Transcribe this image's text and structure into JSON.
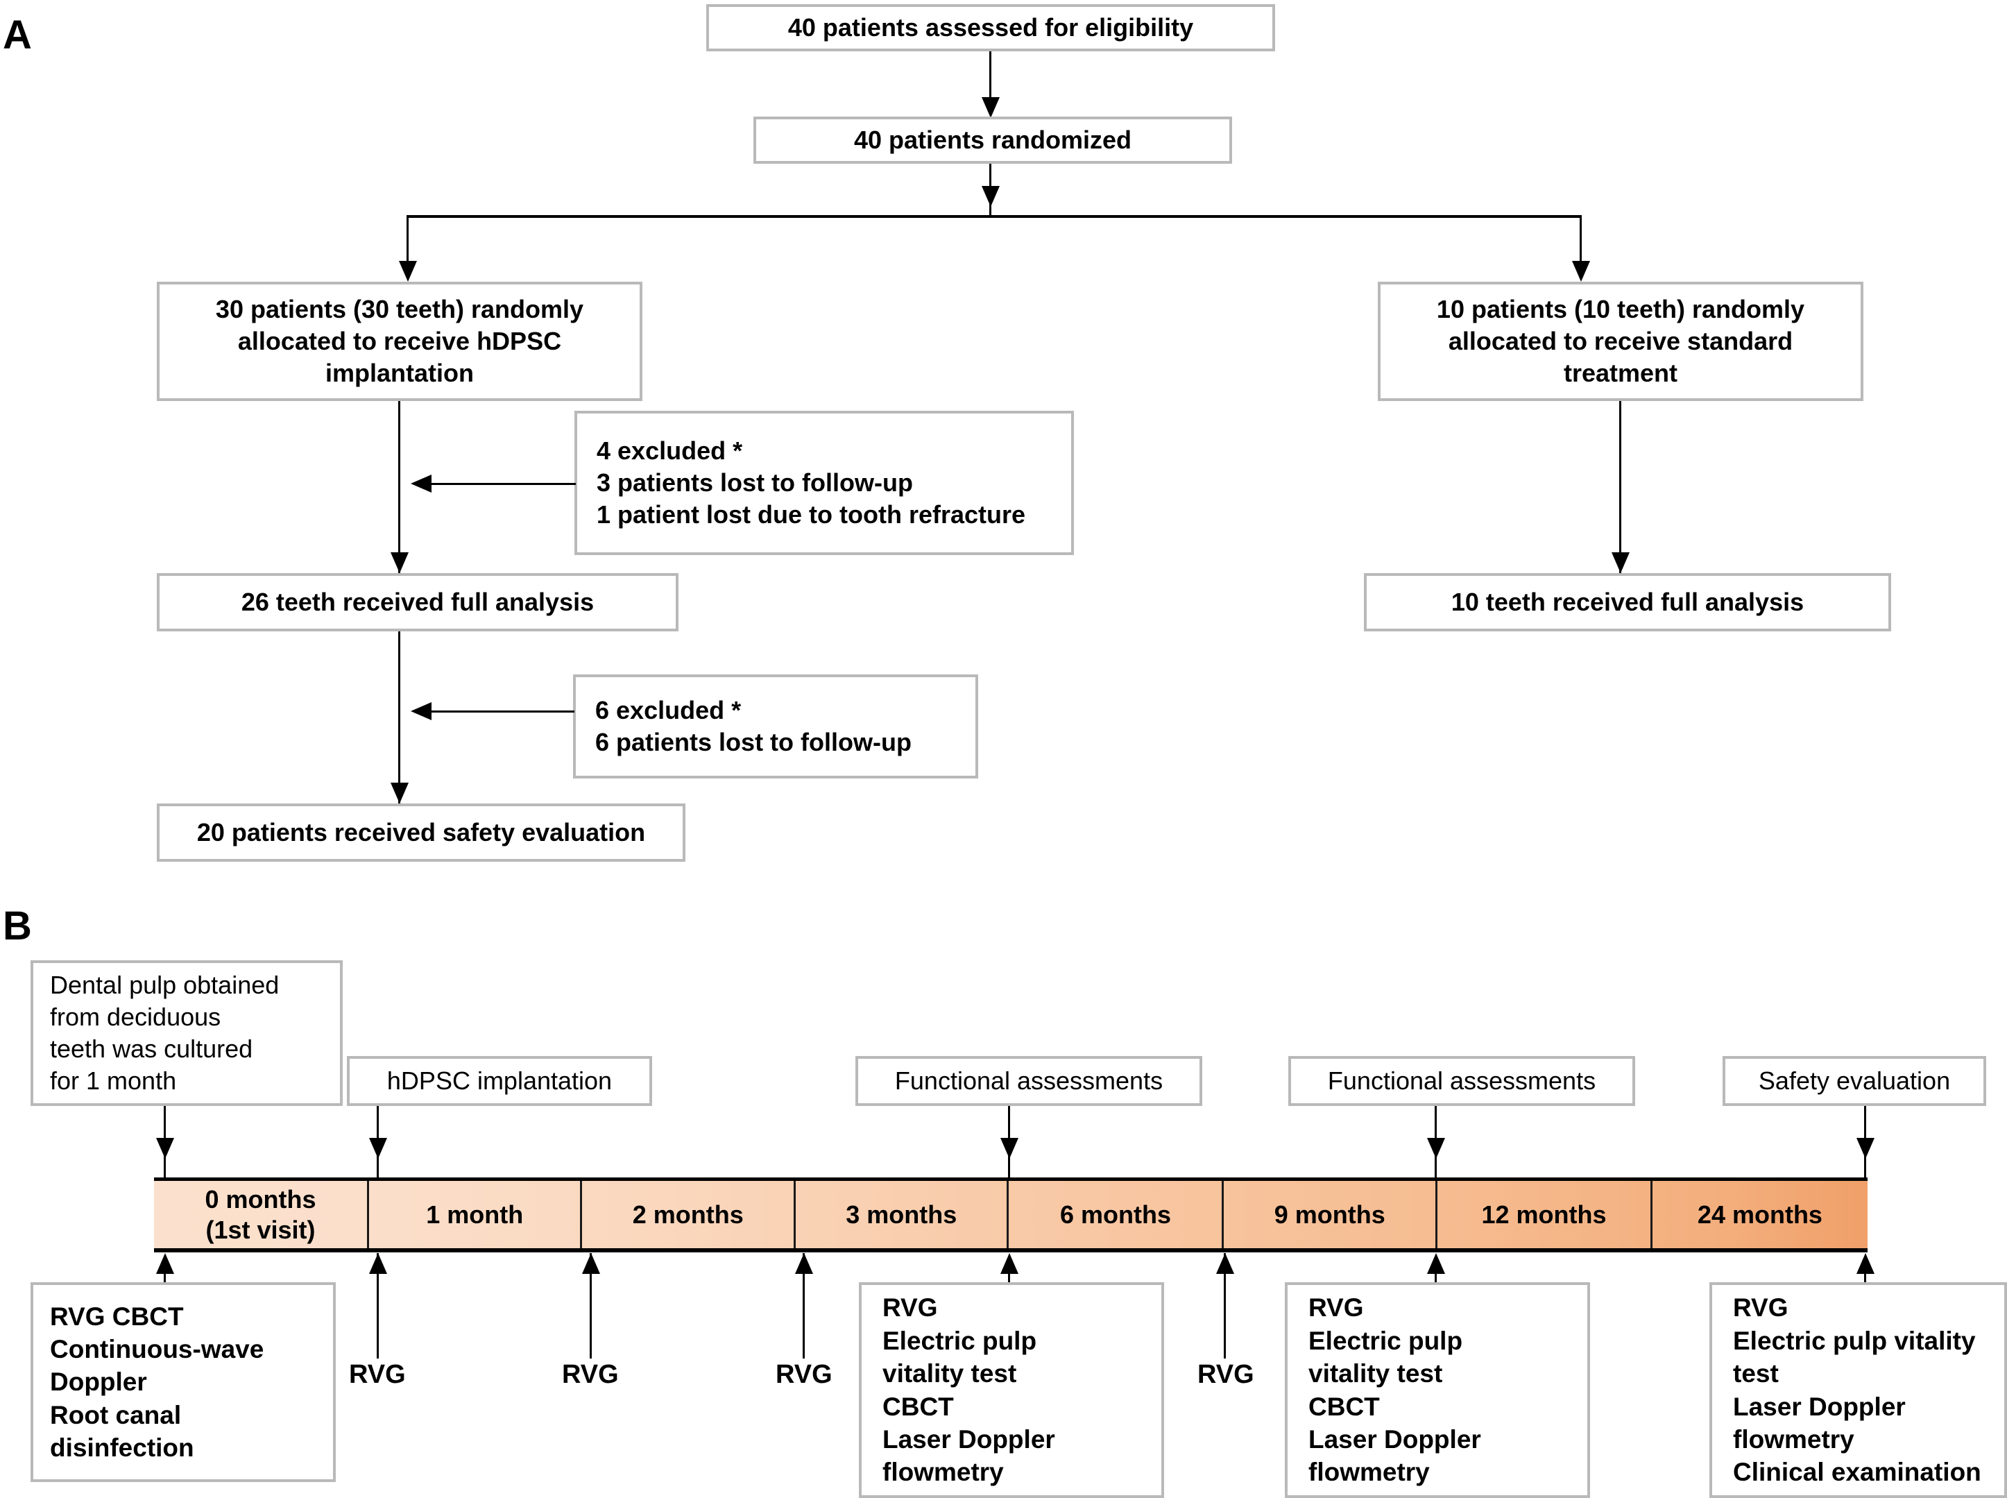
{
  "panels": [
    {
      "letter": "A"
    },
    {
      "letter": "B"
    }
  ],
  "flowchart": {
    "boxes": [
      {
        "id": "eligibility",
        "text": "40 patients assessed for eligibility"
      },
      {
        "id": "randomized",
        "text": "40 patients randomized"
      },
      {
        "id": "alloc_hdpsc",
        "text": "30 patients (30 teeth) randomly\nallocated to receive hDPSC\nimplantation"
      },
      {
        "id": "alloc_std",
        "text": "10 patients (10 teeth) randomly\nallocated to receive standard\ntreatment"
      },
      {
        "id": "excl_1",
        "text": "4 excluded *\n3 patients lost to follow-up\n1 patient lost due to tooth refracture"
      },
      {
        "id": "full_26",
        "text": "26 teeth received full analysis"
      },
      {
        "id": "full_10",
        "text": "10 teeth received full analysis"
      },
      {
        "id": "excl_2",
        "text": "6 excluded *\n6 patients  lost to follow-up"
      },
      {
        "id": "safety_20",
        "text": "20 patients received  safety evaluation"
      }
    ]
  },
  "timeline": {
    "top_labels": [
      {
        "id": "culture",
        "text": "Dental pulp obtained\nfrom deciduous\nteeth was cultured\nfor 1 month"
      },
      {
        "id": "implant",
        "text": "hDPSC implantation"
      },
      {
        "id": "func_3m",
        "text": "Functional assessments"
      },
      {
        "id": "func_9m",
        "text": "Functional assessments"
      },
      {
        "id": "safety_24m",
        "text": "Safety evaluation"
      }
    ],
    "segments": [
      {
        "label": "0 months\n(1st visit)"
      },
      {
        "label": "1 month"
      },
      {
        "label": "2 months"
      },
      {
        "label": "3 months"
      },
      {
        "label": "6 months"
      },
      {
        "label": "9 months"
      },
      {
        "label": "12 months"
      },
      {
        "label": "24 months"
      }
    ],
    "rvg_markers": [
      {
        "text": "RVG"
      },
      {
        "text": "RVG"
      },
      {
        "text": "RVG"
      },
      {
        "text": "RVG"
      }
    ],
    "bottom_boxes": [
      {
        "id": "visit0",
        "text": "RVG  CBCT\nContinuous-wave\nDoppler\nRoot canal\ndisinfection"
      },
      {
        "id": "m3",
        "text": "RVG\nElectric pulp\nvitality test\nCBCT\nLaser Doppler\nflowmetry"
      },
      {
        "id": "m9",
        "text": "RVG\nElectric pulp\nvitality test\nCBCT\nLaser Doppler\nflowmetry"
      },
      {
        "id": "m24",
        "text": "RVG\nElectric pulp vitality\ntest\nLaser Doppler\nflowmetry\nClinical examination"
      }
    ]
  },
  "colors": {
    "box_border": "#b9b9b9",
    "timeline_start": "#fbe0cd",
    "timeline_end": "#f0a069",
    "line": "#000000"
  }
}
